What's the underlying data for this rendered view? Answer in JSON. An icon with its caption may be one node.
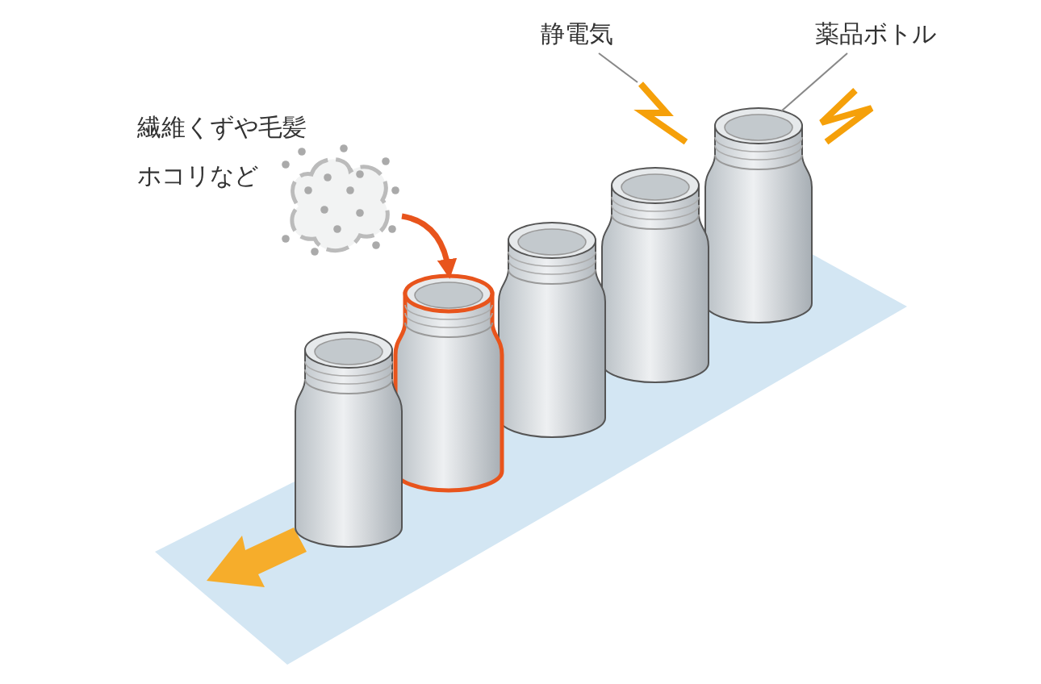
{
  "diagram": {
    "nodes": [
      {
        "text": [
          "静電気"
        ]
      },
      {
        "text": [
          "薬品ボトル"
        ]
      },
      {
        "text": [],
        "shape": "cloud",
        "beside": [
          "繊維くずや毛髪ホコリなど"
        ]
      },
      {
        "text": [],
        "shape": "picture"
      },
      {
        "text": [],
        "shape": "picture"
      },
      {
        "text": [],
        "shape": "picture"
      },
      {
        "text": [],
        "shape": "picture"
      },
      {
        "text": [],
        "shape": "picture"
      },
      {
        "text": [],
        "shape": "picture"
      }
    ],
    "edges": [
      {
        "from": 0,
        "to": 3,
        "arrow": "none"
      },
      {
        "from": 1,
        "to": 8,
        "arrow": "none"
      },
      {
        "from": 2,
        "to": 5,
        "arrow": "to",
        "style": "thick",
        "color": "#e8541c"
      }
    ]
  }
}
